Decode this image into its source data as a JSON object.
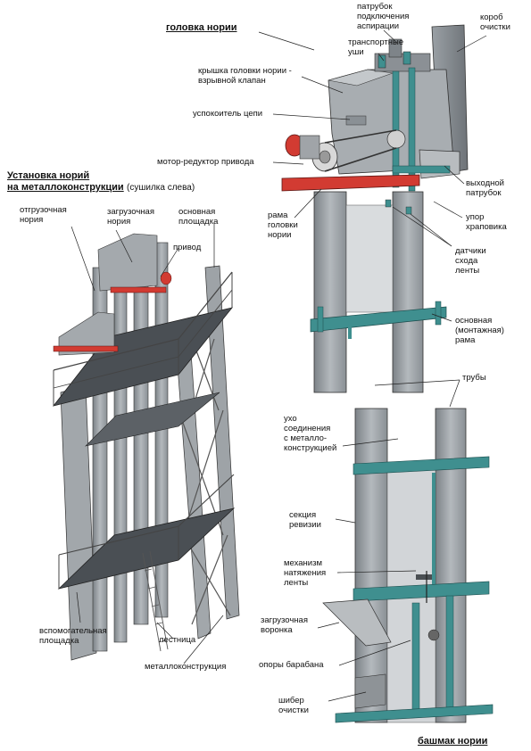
{
  "titles": {
    "head": "головка нории",
    "install_line1": "Установка норий",
    "install_line2": "на металлоконструкции",
    "install_note": "(сушилка слева)",
    "boot": "башмак нории"
  },
  "labels": {
    "aspiration": "патрубок\nподключения\nаспирации",
    "duct": "короб\nочистки",
    "transport_ears": "транспортные\nуши",
    "cover": "крышка головки нории -\nвзрывной клапан",
    "chain_damper": "успокоитель цепи",
    "motor": "мотор-редуктор привода",
    "outlet": "выходной\nпатрубок",
    "head_frame": "рама\nголовки\nнории",
    "ratchet": "упор\nхраповика",
    "belt_sensors": "датчики\nсхода\nленты",
    "main_frame": "основная\n(монтажная)\nрама",
    "pipes": "трубы",
    "ear_joint": "ухо\nсоединения\nс металло-\nконструкцией",
    "revision": "секция\nревизии",
    "tension": "механизм\nнатяжения\nленты",
    "hopper": "загрузочная\nворонка",
    "drum_supports": "опоры барабана",
    "gate": "шибер\nочистки",
    "unload_elev": "отгрузочная\nнория",
    "load_elev": "загрузочная\nнория",
    "drive": "привод",
    "main_platform": "основная\nплощадка",
    "aux_platform": "вспомогательная\nплощадка",
    "ladder": "лестница",
    "steelwork": "металлоконструкция"
  },
  "colors": {
    "steel": "#9aa0a6",
    "steel_dark": "#6d7378",
    "teal": "#3f8f8f",
    "red": "#d23b32",
    "line": "#222222"
  }
}
